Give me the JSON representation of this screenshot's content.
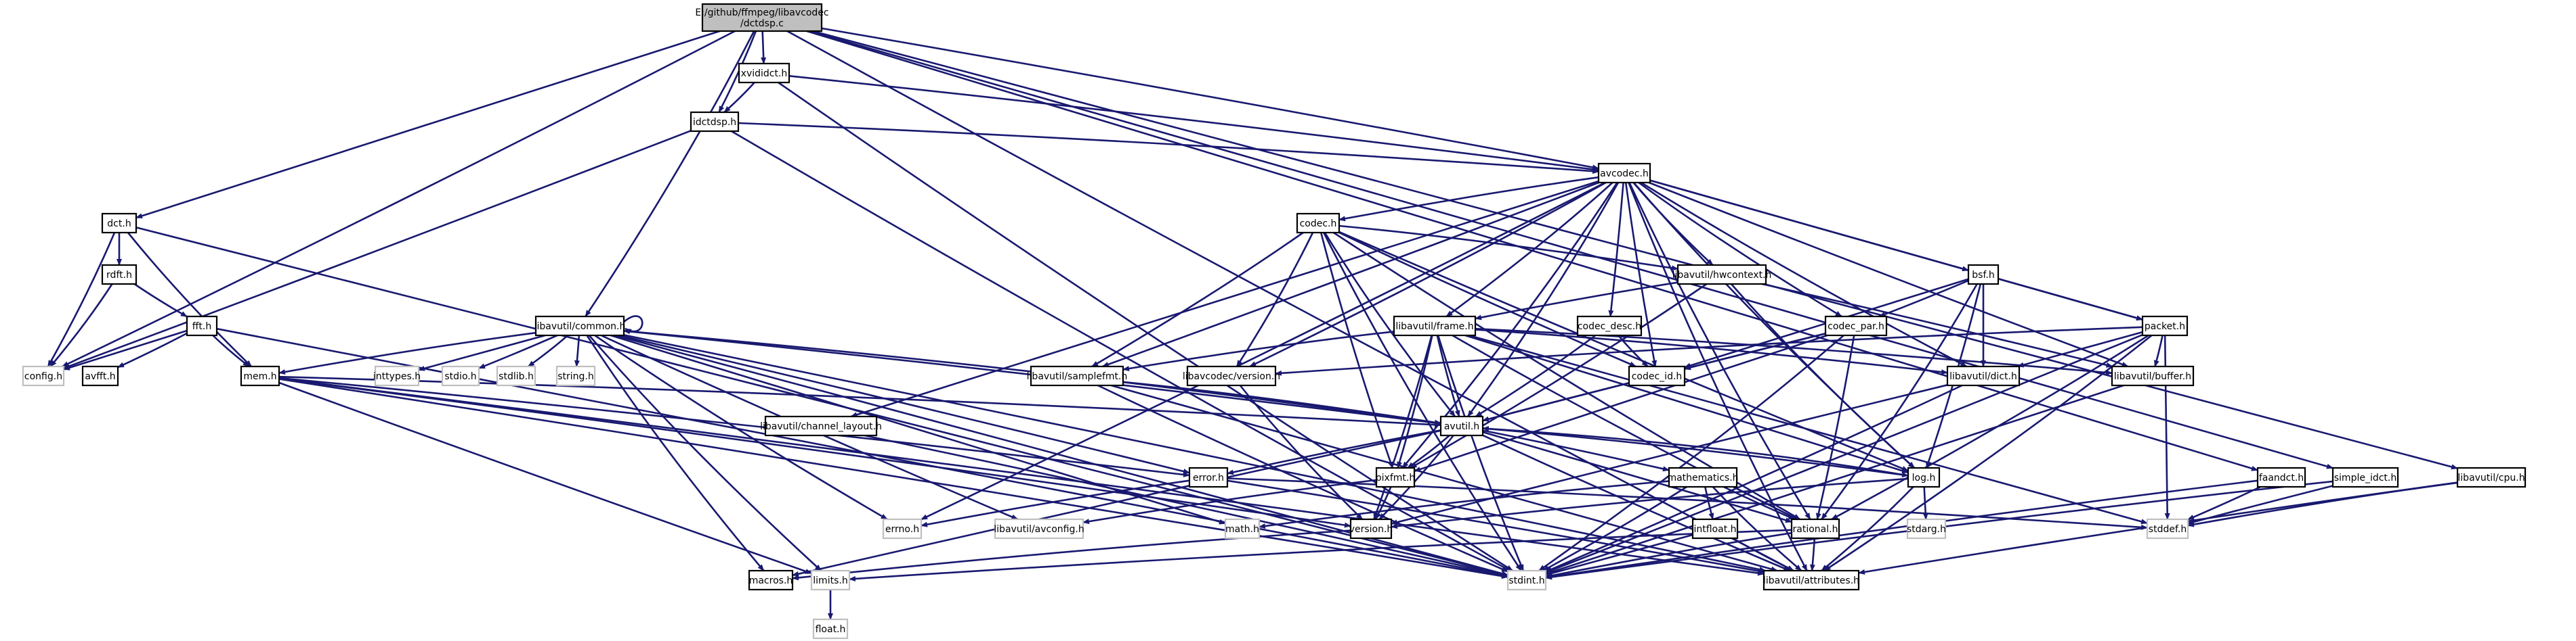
{
  "graph": {
    "nodes": [
      {
        "id": "root",
        "label": [
          "E:/github/ffmpeg/libavcodec",
          "/dctdsp.c"
        ],
        "style": "root"
      },
      {
        "id": "xvididct",
        "label": [
          "xvididct.h"
        ],
        "style": "normal"
      },
      {
        "id": "idctdsp",
        "label": [
          "idctdsp.h"
        ],
        "style": "normal"
      },
      {
        "id": "avcodec",
        "label": [
          "avcodec.h"
        ],
        "style": "normal"
      },
      {
        "id": "dct",
        "label": [
          "dct.h"
        ],
        "style": "normal"
      },
      {
        "id": "rdft",
        "label": [
          "rdft.h"
        ],
        "style": "normal"
      },
      {
        "id": "fft",
        "label": [
          "fft.h"
        ],
        "style": "normal"
      },
      {
        "id": "config",
        "label": [
          "config.h"
        ],
        "style": "grey"
      },
      {
        "id": "avfft",
        "label": [
          "avfft.h"
        ],
        "style": "normal"
      },
      {
        "id": "common",
        "label": [
          "libavutil/common.h"
        ],
        "style": "normal"
      },
      {
        "id": "mem",
        "label": [
          "mem.h"
        ],
        "style": "normal"
      },
      {
        "id": "inttypes",
        "label": [
          "inttypes.h"
        ],
        "style": "grey"
      },
      {
        "id": "stdio",
        "label": [
          "stdio.h"
        ],
        "style": "grey"
      },
      {
        "id": "stdlib",
        "label": [
          "stdlib.h"
        ],
        "style": "grey"
      },
      {
        "id": "string",
        "label": [
          "string.h"
        ],
        "style": "grey"
      },
      {
        "id": "codec",
        "label": [
          "codec.h"
        ],
        "style": "normal"
      },
      {
        "id": "hwcontext",
        "label": [
          "libavutil/hwcontext.h"
        ],
        "style": "normal"
      },
      {
        "id": "frame",
        "label": [
          "libavutil/frame.h"
        ],
        "style": "normal"
      },
      {
        "id": "samplefmt",
        "label": [
          "libavutil/samplefmt.h"
        ],
        "style": "normal"
      },
      {
        "id": "lcversion",
        "label": [
          "libavcodec/version.h"
        ],
        "style": "normal"
      },
      {
        "id": "codec_desc",
        "label": [
          "codec_desc.h"
        ],
        "style": "normal"
      },
      {
        "id": "codec_par",
        "label": [
          "codec_par.h"
        ],
        "style": "normal"
      },
      {
        "id": "codec_id",
        "label": [
          "codec_id.h"
        ],
        "style": "normal"
      },
      {
        "id": "bsf",
        "label": [
          "bsf.h"
        ],
        "style": "normal"
      },
      {
        "id": "packet",
        "label": [
          "packet.h"
        ],
        "style": "normal"
      },
      {
        "id": "dict",
        "label": [
          "libavutil/dict.h"
        ],
        "style": "normal"
      },
      {
        "id": "buffer",
        "label": [
          "libavutil/buffer.h"
        ],
        "style": "normal"
      },
      {
        "id": "channel_layout",
        "label": [
          "libavutil/channel_layout.h"
        ],
        "style": "normal"
      },
      {
        "id": "avutil",
        "label": [
          "avutil.h"
        ],
        "style": "normal"
      },
      {
        "id": "error",
        "label": [
          "error.h"
        ],
        "style": "normal"
      },
      {
        "id": "pixfmt",
        "label": [
          "pixfmt.h"
        ],
        "style": "normal"
      },
      {
        "id": "log",
        "label": [
          "log.h"
        ],
        "style": "normal"
      },
      {
        "id": "mathematics",
        "label": [
          "mathematics.h"
        ],
        "style": "normal"
      },
      {
        "id": "intfloat",
        "label": [
          "intfloat.h"
        ],
        "style": "normal"
      },
      {
        "id": "rational",
        "label": [
          "rational.h"
        ],
        "style": "normal"
      },
      {
        "id": "version",
        "label": [
          "version.h"
        ],
        "style": "normal"
      },
      {
        "id": "avconfig",
        "label": [
          "libavutil/avconfig.h"
        ],
        "style": "grey"
      },
      {
        "id": "errno",
        "label": [
          "errno.h"
        ],
        "style": "grey"
      },
      {
        "id": "math",
        "label": [
          "math.h"
        ],
        "style": "grey"
      },
      {
        "id": "macros",
        "label": [
          "macros.h"
        ],
        "style": "normal"
      },
      {
        "id": "limits",
        "label": [
          "limits.h"
        ],
        "style": "grey"
      },
      {
        "id": "float",
        "label": [
          "float.h"
        ],
        "style": "grey"
      },
      {
        "id": "stdint",
        "label": [
          "stdint.h"
        ],
        "style": "grey"
      },
      {
        "id": "attributes",
        "label": [
          "libavutil/attributes.h"
        ],
        "style": "normal"
      },
      {
        "id": "stdarg",
        "label": [
          "stdarg.h"
        ],
        "style": "grey"
      },
      {
        "id": "stddef",
        "label": [
          "stddef.h"
        ],
        "style": "grey"
      },
      {
        "id": "faandct",
        "label": [
          "faandct.h"
        ],
        "style": "normal"
      },
      {
        "id": "simple_idct",
        "label": [
          "simple_idct.h"
        ],
        "style": "normal"
      },
      {
        "id": "cpu",
        "label": [
          "libavutil/cpu.h"
        ],
        "style": "normal"
      }
    ],
    "edges": [
      [
        "root",
        "xvididct"
      ],
      [
        "root",
        "idctdsp"
      ],
      [
        "root",
        "avcodec"
      ],
      [
        "root",
        "dct"
      ],
      [
        "root",
        "config"
      ],
      [
        "root",
        "common"
      ],
      [
        "root",
        "faandct"
      ],
      [
        "root",
        "simple_idct"
      ],
      [
        "root",
        "cpu"
      ],
      [
        "root",
        "attributes"
      ],
      [
        "xvididct",
        "idctdsp"
      ],
      [
        "xvididct",
        "avcodec"
      ],
      [
        "xvididct",
        "stdint"
      ],
      [
        "idctdsp",
        "avcodec"
      ],
      [
        "idctdsp",
        "config"
      ],
      [
        "idctdsp",
        "stdint"
      ],
      [
        "dct",
        "rdft"
      ],
      [
        "dct",
        "config"
      ],
      [
        "dct",
        "mem"
      ],
      [
        "dct",
        "stdint"
      ],
      [
        "rdft",
        "config"
      ],
      [
        "rdft",
        "fft"
      ],
      [
        "fft",
        "config"
      ],
      [
        "fft",
        "avfft"
      ],
      [
        "fft",
        "mem"
      ],
      [
        "fft",
        "stdint"
      ],
      [
        "avcodec",
        "codec"
      ],
      [
        "avcodec",
        "errno"
      ],
      [
        "avcodec",
        "samplefmt"
      ],
      [
        "avcodec",
        "lcversion"
      ],
      [
        "avcodec",
        "frame"
      ],
      [
        "avcodec",
        "hwcontext"
      ],
      [
        "avcodec",
        "codec_desc"
      ],
      [
        "avcodec",
        "codec_id"
      ],
      [
        "avcodec",
        "codec_par"
      ],
      [
        "avcodec",
        "dict"
      ],
      [
        "avcodec",
        "bsf"
      ],
      [
        "avcodec",
        "packet"
      ],
      [
        "avcodec",
        "buffer"
      ],
      [
        "avcodec",
        "log"
      ],
      [
        "avcodec",
        "channel_layout"
      ],
      [
        "avcodec",
        "pixfmt"
      ],
      [
        "avcodec",
        "rational"
      ],
      [
        "avcodec",
        "avutil"
      ],
      [
        "avcodec",
        "attributes"
      ],
      [
        "codec",
        "codec_id"
      ],
      [
        "codec",
        "samplefmt"
      ],
      [
        "codec",
        "lcversion"
      ],
      [
        "codec",
        "hwcontext"
      ],
      [
        "codec",
        "avutil"
      ],
      [
        "codec",
        "pixfmt"
      ],
      [
        "codec",
        "rational"
      ],
      [
        "codec",
        "log"
      ],
      [
        "codec",
        "stdint"
      ],
      [
        "hwcontext",
        "frame"
      ],
      [
        "hwcontext",
        "buffer"
      ],
      [
        "hwcontext",
        "pixfmt"
      ],
      [
        "hwcontext",
        "log"
      ],
      [
        "frame",
        "avutil"
      ],
      [
        "frame",
        "samplefmt"
      ],
      [
        "frame",
        "dict"
      ],
      [
        "frame",
        "buffer"
      ],
      [
        "frame",
        "pixfmt"
      ],
      [
        "frame",
        "rational"
      ],
      [
        "frame",
        "log"
      ],
      [
        "frame",
        "version"
      ],
      [
        "frame",
        "stdint"
      ],
      [
        "frame",
        "stddef"
      ],
      [
        "samplefmt",
        "avutil"
      ],
      [
        "samplefmt",
        "attributes"
      ],
      [
        "samplefmt",
        "stdint"
      ],
      [
        "lcversion",
        "version"
      ],
      [
        "codec_desc",
        "codec_id"
      ],
      [
        "codec_desc",
        "avutil"
      ],
      [
        "codec_par",
        "codec_id"
      ],
      [
        "codec_par",
        "avutil"
      ],
      [
        "codec_par",
        "pixfmt"
      ],
      [
        "codec_par",
        "rational"
      ],
      [
        "codec_par",
        "stdint"
      ],
      [
        "codec_id",
        "avutil"
      ],
      [
        "bsf",
        "codec_par"
      ],
      [
        "bsf",
        "codec_id"
      ],
      [
        "bsf",
        "dict"
      ],
      [
        "bsf",
        "log"
      ],
      [
        "bsf",
        "packet"
      ],
      [
        "bsf",
        "rational"
      ],
      [
        "packet",
        "buffer"
      ],
      [
        "packet",
        "dict"
      ],
      [
        "packet",
        "lcversion"
      ],
      [
        "packet",
        "rational"
      ],
      [
        "packet",
        "attributes"
      ],
      [
        "packet",
        "stdint"
      ],
      [
        "packet",
        "stddef"
      ],
      [
        "dict",
        "stdint"
      ],
      [
        "dict",
        "version"
      ],
      [
        "buffer",
        "stdint"
      ],
      [
        "channel_layout",
        "stdint"
      ],
      [
        "common",
        "common"
      ],
      [
        "common",
        "mem"
      ],
      [
        "common",
        "inttypes"
      ],
      [
        "common",
        "stdio"
      ],
      [
        "common",
        "stdlib"
      ],
      [
        "common",
        "string"
      ],
      [
        "common",
        "avconfig"
      ],
      [
        "common",
        "attributes"
      ],
      [
        "common",
        "macros"
      ],
      [
        "common",
        "errno"
      ],
      [
        "common",
        "error"
      ],
      [
        "common",
        "limits"
      ],
      [
        "common",
        "math"
      ],
      [
        "common",
        "stdint"
      ],
      [
        "common",
        "avutil"
      ],
      [
        "mem",
        "avutil"
      ],
      [
        "mem",
        "error"
      ],
      [
        "mem",
        "limits"
      ],
      [
        "mem",
        "stdint"
      ],
      [
        "mem",
        "attributes"
      ],
      [
        "mem",
        "version"
      ],
      [
        "avutil",
        "common"
      ],
      [
        "avutil",
        "error"
      ],
      [
        "avutil",
        "version"
      ],
      [
        "avutil",
        "rational"
      ],
      [
        "avutil",
        "mathematics"
      ],
      [
        "avutil",
        "log"
      ],
      [
        "avutil",
        "pixfmt"
      ],
      [
        "avutil",
        "macros"
      ],
      [
        "avutil",
        "attributes"
      ],
      [
        "error",
        "errno"
      ],
      [
        "error",
        "stddef"
      ],
      [
        "error",
        "attributes"
      ],
      [
        "pixfmt",
        "avconfig"
      ],
      [
        "pixfmt",
        "version"
      ],
      [
        "log",
        "stdarg"
      ],
      [
        "log",
        "version"
      ],
      [
        "log",
        "attributes"
      ],
      [
        "log",
        "avutil"
      ],
      [
        "mathematics",
        "stdint"
      ],
      [
        "mathematics",
        "math"
      ],
      [
        "mathematics",
        "attributes"
      ],
      [
        "mathematics",
        "rational"
      ],
      [
        "mathematics",
        "intfloat"
      ],
      [
        "intfloat",
        "stdint"
      ],
      [
        "intfloat",
        "attributes"
      ],
      [
        "rational",
        "stdint"
      ],
      [
        "rational",
        "limits"
      ],
      [
        "rational",
        "attributes"
      ],
      [
        "version",
        "macros"
      ],
      [
        "limits",
        "float"
      ],
      [
        "faandct",
        "stdint"
      ],
      [
        "faandct",
        "stddef"
      ],
      [
        "simple_idct",
        "stdint"
      ],
      [
        "simple_idct",
        "stddef"
      ],
      [
        "cpu",
        "stddef"
      ],
      [
        "cpu",
        "attributes"
      ]
    ]
  }
}
